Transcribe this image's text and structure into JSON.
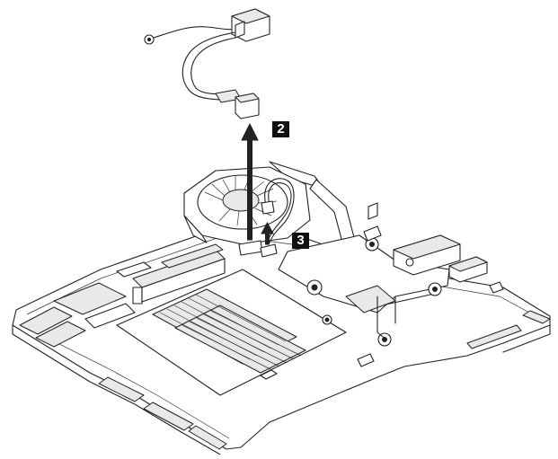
{
  "figure": {
    "callouts": [
      {
        "id": "2",
        "label": "2"
      },
      {
        "id": "3",
        "label": "3"
      }
    ]
  },
  "colors": {
    "line": "#222222",
    "background": "#ffffff",
    "callout_fill": "#111111",
    "callout_text": "#ffffff"
  },
  "icons": {
    "arrow_up_large": "arrow-up-icon",
    "arrow_up_small": "arrow-up-icon"
  }
}
